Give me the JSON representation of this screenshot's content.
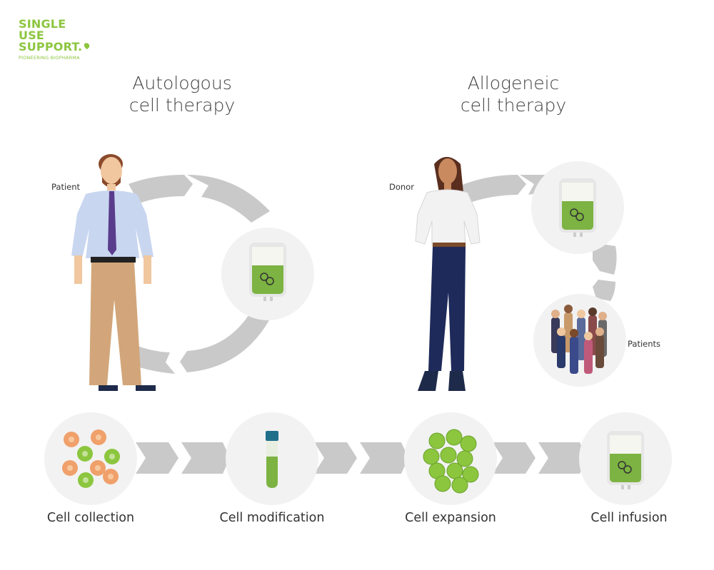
{
  "logo": {
    "line1": "SINGLE",
    "line2": "USE",
    "line3": "SUPPORT.",
    "tagline": "PIONEERING BIOPHARMA",
    "color": "#8cc63f"
  },
  "autologous": {
    "title_line1": "Autologous",
    "title_line2": "cell therapy",
    "person_label": "Patient"
  },
  "allogeneic": {
    "title_line1": "Allogeneic",
    "title_line2": "cell therapy",
    "person_label": "Donor",
    "recipients_label": "Patients"
  },
  "process_steps": [
    {
      "label": "Cell collection",
      "icon": "mixed-cells-icon"
    },
    {
      "label": "Cell modification",
      "icon": "test-tube-icon"
    },
    {
      "label": "Cell expansion",
      "icon": "green-cells-cluster-icon"
    },
    {
      "label": "Cell infusion",
      "icon": "iv-bag-icon"
    }
  ],
  "colors": {
    "arrow_gray": "#c4c4c4",
    "circle_bg": "#f2f2f2",
    "cell_green": "#8cc63f",
    "cell_orange": "#f0a06a"
  }
}
